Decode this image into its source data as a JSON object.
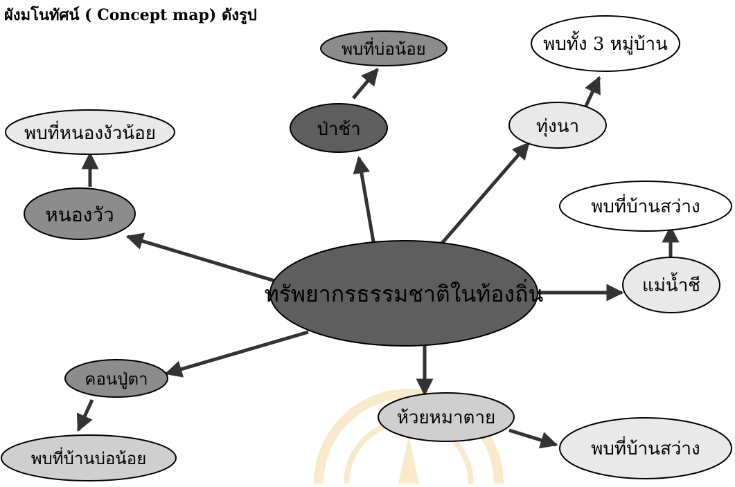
{
  "heading": "ผังมโนทัศน์ ( Concept map) ดังรูป",
  "center": {
    "label": "ทรัพยากรธรรมชาติในท้องถิ่น"
  },
  "nodes": {
    "nong_wua": "หนองวัว",
    "nong_wua_found": "พบที่หนองงัวน้อย",
    "pa_cha": "ป่าช้า",
    "pa_cha_found": "พบที่บ่อน้อย",
    "thung_na": "ทุ่งนา",
    "thung_na_found": "พบทั้ง 3 หมู่บ้าน",
    "mae_nam_chi": "แม่น้ำชี",
    "mae_nam_chi_found": "พบที่บ้านสว่าง",
    "huai_ma_tai": "ห้วยหมาตาย",
    "huai_ma_tai_found": "พบที่บ้านสว่าง",
    "khon_pu_ta": "คอนปู่ตา",
    "khon_pu_ta_found": "พบที่บ้านบ่อน้อย"
  },
  "colors": {
    "dark": "#5e5e5e",
    "medium": "#8c8c8c",
    "light": "#cfcfcf",
    "pale": "#e9e9e9",
    "white": "#ffffff",
    "arrow": "#333333",
    "watermark": "#f3d9a0"
  }
}
